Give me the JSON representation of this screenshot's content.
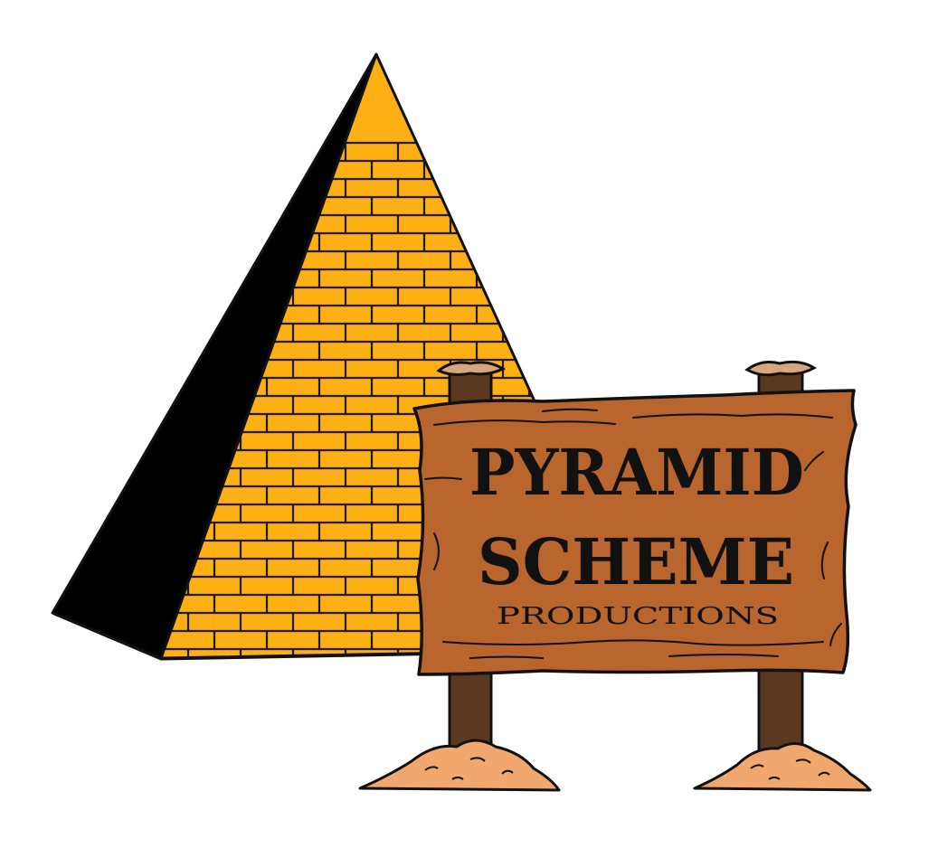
{
  "logo": {
    "line1": "PYRAMID",
    "line2": "SCHEME",
    "line3": "PRODUCTIONS"
  },
  "colors": {
    "pyramid_face": "#FDAF14",
    "pyramid_shadow": "#000000",
    "sign_wood": "#B8652E",
    "post_wood": "#5B3921",
    "sand": "#F0A86E",
    "outline": "#111111"
  }
}
